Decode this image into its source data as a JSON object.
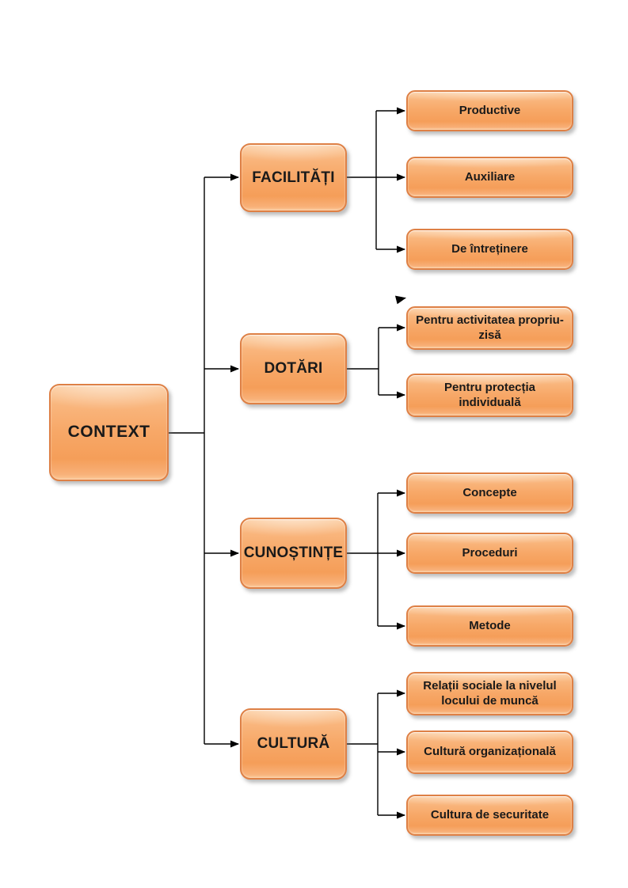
{
  "page": {
    "kind": "hierarchy-diagram",
    "background_color": "#ffffff"
  },
  "style": {
    "node_fill_light": "#fbc795",
    "node_fill_dark": "#f59e59",
    "node_border_color": "#de8045",
    "node_text_color": "#1a1a1a",
    "connector_color": "#000000"
  },
  "icons": {
    "stray_arrowhead": "right-arrowhead"
  },
  "tree": {
    "root": {
      "label": "CONTEXT"
    },
    "branches": [
      {
        "label": "FACILITĂȚI",
        "children": [
          {
            "label": "Productive"
          },
          {
            "label": "Auxiliare"
          },
          {
            "label": "De întreținere"
          }
        ]
      },
      {
        "label": "DOTĂRI",
        "children": [
          {
            "label": "Pentru activitatea propriu-zisă"
          },
          {
            "label": "Pentru protecția individuală"
          }
        ]
      },
      {
        "label": "CUNOȘTINȚE",
        "children": [
          {
            "label": "Concepte"
          },
          {
            "label": "Proceduri"
          },
          {
            "label": "Metode"
          }
        ]
      },
      {
        "label": "CULTURĂ",
        "children": [
          {
            "label": "Relații sociale la nivelul locului de muncă"
          },
          {
            "label": "Cultură organizațională"
          },
          {
            "label": "Cultura de securitate"
          }
        ]
      }
    ]
  }
}
